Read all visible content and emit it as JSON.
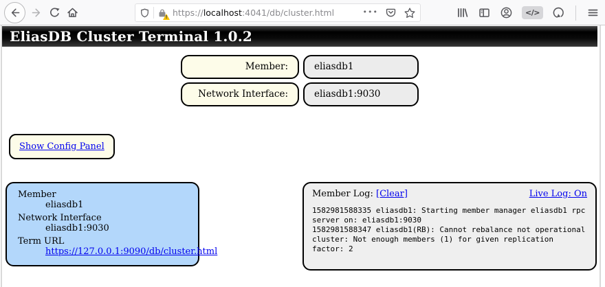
{
  "theme": {
    "toolbar_bg": "#f9f9fa",
    "icon_color": "#58585c",
    "icon_disabled": "#b1b1b3",
    "header_text": "#ffffff",
    "label_bg": "#fdfce9",
    "value_bg": "#ececec",
    "panel_blue": "#b3d7fb",
    "log_bg": "#efefef",
    "link_color": "#0000ee",
    "warning_color": "#f7c206"
  },
  "browser": {
    "toolbar": {
      "left_icons": [
        "back-icon",
        "forward-icon",
        "reload-icon",
        "home-icon"
      ],
      "url_bar": {
        "protocol": "https://",
        "host": "localhost",
        "path": ":4041/db/cluster.html",
        "icons": [
          "tracking-shield-icon",
          "insecure-lock-warning-icon"
        ],
        "action_icons": [
          "page-actions-dots-icon",
          "pocket-icon",
          "bookmark-star-icon"
        ],
        "dots_glyph": "•••"
      },
      "right_icons": [
        "library-icon",
        "sidebar-icon",
        "account-icon",
        "devtools-code-icon",
        "sync-icon",
        "menu-hamburger-icon"
      ],
      "code_glyph": "</>"
    }
  },
  "page": {
    "title": "EliasDB Cluster Terminal 1.0.2",
    "fields": [
      {
        "label": "Member:",
        "value": "eliasdb1"
      },
      {
        "label": "Network Interface:",
        "value": "eliasdb1:9030"
      }
    ],
    "config_link": "Show Config Panel",
    "member_panel": {
      "member_label": "Member",
      "member_value": "eliasdb1",
      "interface_label": "Network Interface",
      "interface_value": "eliasdb1:9030",
      "term_label": "Term URL",
      "term_link": "https://127.0.0.1:9090/db/cluster.html"
    },
    "log_panel": {
      "title": "Member Log:",
      "clear_link": "[Clear]",
      "live_link": "Live Log: On",
      "lines": [
        "1582981588335 eliasdb1: Starting member manager eliasdb1 rpc server on: eliasdb1:9030",
        "1582981588347 eliasdb1(RB): Cannot rebalance not operational cluster: Not enough members (1) for given replication factor: 2"
      ]
    }
  }
}
